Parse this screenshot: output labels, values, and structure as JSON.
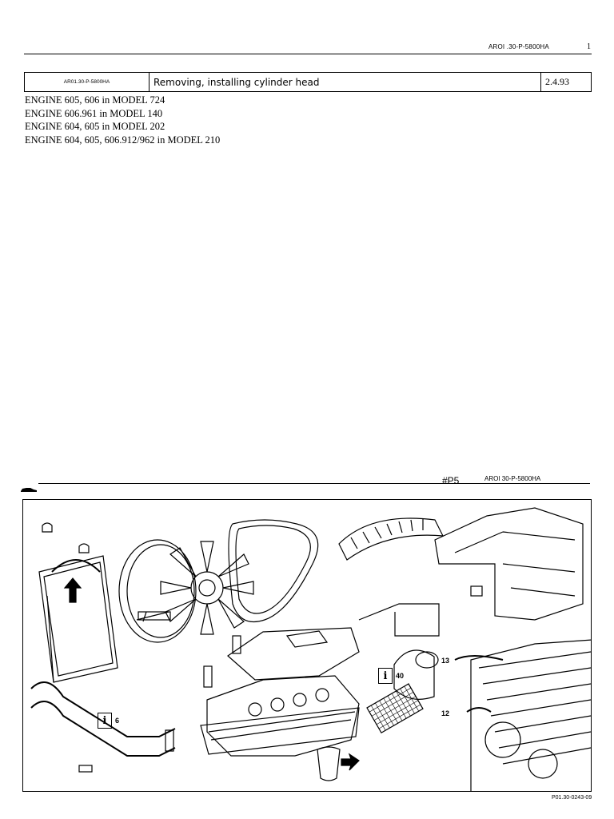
{
  "header": {
    "doc_code": "AROI .30-P-5800HA",
    "page_number": "1"
  },
  "title_table": {
    "code": "AR01.30-P-5800HA",
    "title": "Removing, installing cylinder head",
    "date": "2.4.93"
  },
  "applicability": [
    "ENGINE 605, 606 in MODEL 724",
    "ENGINE 606.961 in MODEL 140",
    "ENGINE 604, 605 in MODEL 202",
    "ENGINE 604, 605, 606.912/962 in MODEL 210"
  ],
  "figure": {
    "ref": "#P5",
    "code": "AROI 30-P-5800HA",
    "caption": "P01.30-0243-09",
    "info_icons": [
      {
        "label": "6"
      },
      {
        "label": "40"
      }
    ],
    "item_labels": [
      "13",
      "12"
    ]
  },
  "icons": [
    "car-icon",
    "info-icon",
    "arrow-icon"
  ]
}
